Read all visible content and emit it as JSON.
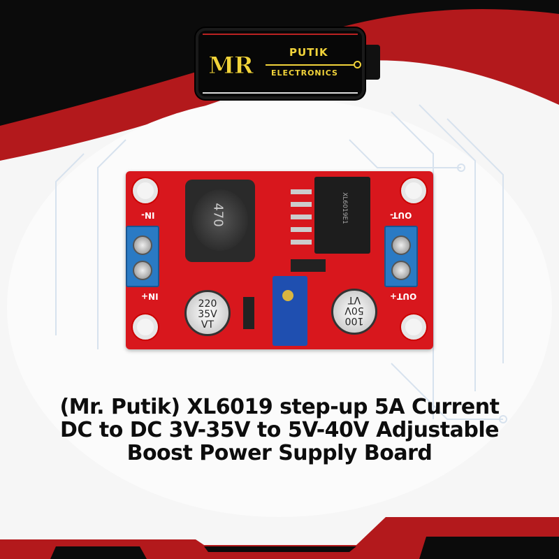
{
  "logo": {
    "brand_mark": "MR",
    "brand_name": "PUTIK",
    "brand_sub": "ELECTRONICS"
  },
  "board": {
    "in_minus_label": "IN-",
    "in_plus_label": "IN+",
    "out_minus_label": "OUT-",
    "out_plus_label": "OUT+",
    "inductor_marking": "470",
    "chip_marking": "XL6019E1",
    "cap_left_marking": [
      "220",
      "35V",
      "VT"
    ],
    "cap_right_marking": [
      "100",
      "50V",
      "VT"
    ]
  },
  "product_title": "(Mr. Putik) XL6019 step-up 5A Current DC to DC 3V-35V to 5V-40V Adjustable Boost Power Supply Board",
  "colors": {
    "brand_red": "#b3191c",
    "logo_yellow": "#f1d33a",
    "pcb_red": "#d8171d",
    "terminal_blue": "#2a7ac4"
  }
}
